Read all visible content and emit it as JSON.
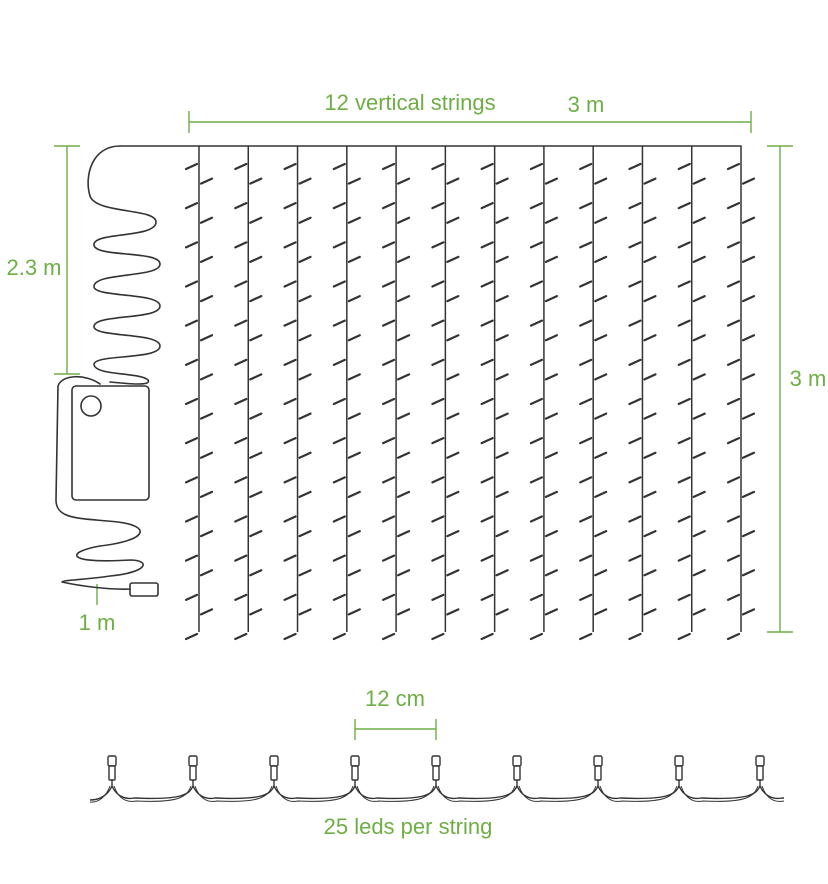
{
  "labels": {
    "strings_count": "12 vertical strings",
    "width": "3 m",
    "lead_height": "2.3 m",
    "curtain_height": "3 m",
    "cable_length": "1 m",
    "spacing": "12 cm",
    "leds_per_string": "25 leds per string"
  },
  "colors": {
    "accent": "#6dae45",
    "line": "#333333"
  }
}
